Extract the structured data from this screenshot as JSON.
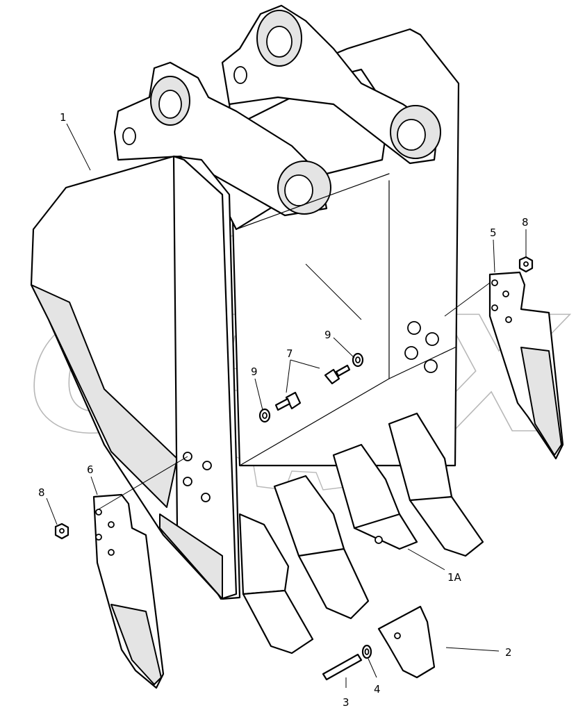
{
  "watermark": "OPEX",
  "callouts": {
    "c1": "1",
    "c1a": "1A",
    "c2": "2",
    "c3": "3",
    "c4": "4",
    "c5": "5",
    "c6": "6",
    "c7": "7",
    "c8a": "8",
    "c8b": "8",
    "c9a": "9",
    "c9b": "9"
  }
}
